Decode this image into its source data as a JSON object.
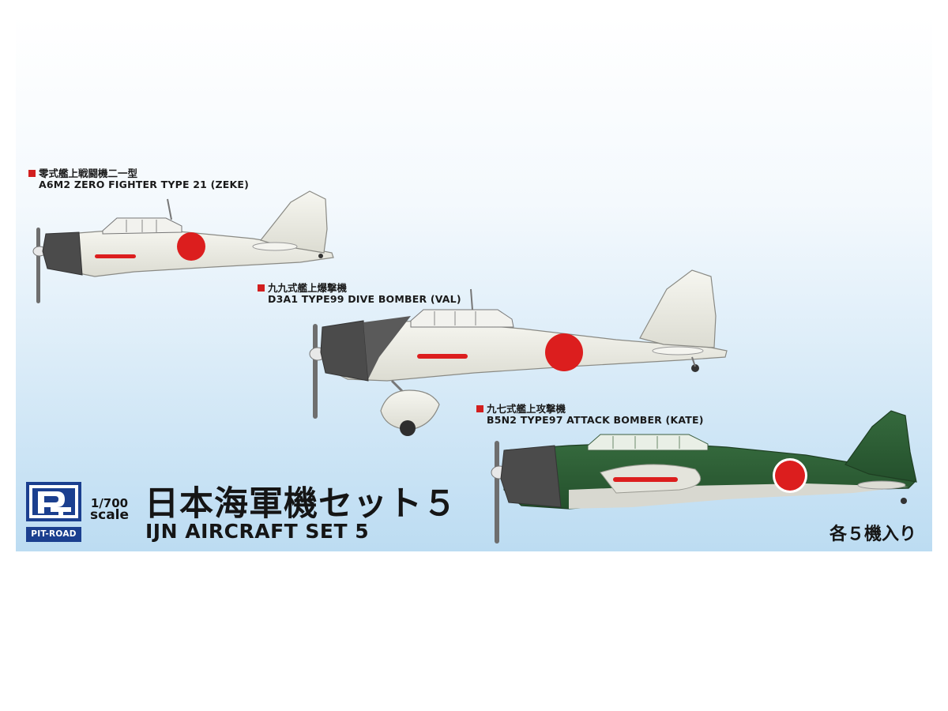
{
  "aircraft": [
    {
      "jp": "零式艦上戦闘機二一型",
      "en": "A6M2 ZERO FIGHTER TYPE 21 (ZEKE)"
    },
    {
      "jp": "九九式艦上爆撃機",
      "en": "D3A1 TYPE99 DIVE BOMBER (VAL)"
    },
    {
      "jp": "九七式艦上攻撃機",
      "en": "B5N2 TYPE97 ATTACK BOMBER (KATE)"
    }
  ],
  "title": {
    "jp": "日本海軍機セット５",
    "en": "IJN AIRCRAFT SET 5"
  },
  "scale": {
    "ratio": "1/700",
    "word": "scale"
  },
  "count_label": "各５機入り",
  "logo": {
    "text": "PIT-ROAD",
    "mark": "PT"
  },
  "colors": {
    "hinomaru": "#dc1e1e",
    "ijn_green": "#2c5a34",
    "cowling_gray": "#4b4b4b",
    "airframe_white": "#ecece4",
    "logo_blue": "#1b3f8f",
    "sky_top": "#ffffff",
    "sky_bottom": "#bcdcf2"
  }
}
